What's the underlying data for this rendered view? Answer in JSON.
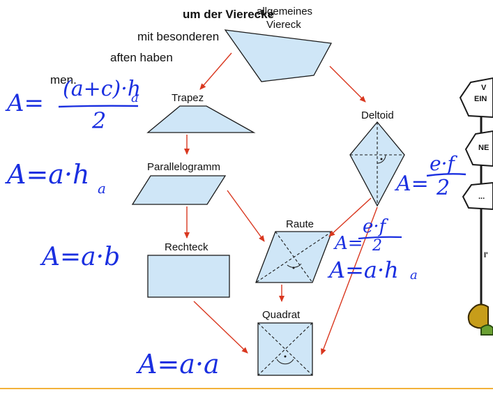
{
  "intro": {
    "line1": "um der Vierecke",
    "line2": "mit besonderen",
    "line3": "aften haben",
    "line4": "men."
  },
  "shapes": {
    "allgemein_line1": "allgemeines",
    "allgemein_line2": "Viereck",
    "trapez": "Trapez",
    "deltoid": "Deltoid",
    "parallelogramm": "Parallelogramm",
    "raute": "Raute",
    "rechteck": "Rechteck",
    "quadrat": "Quadrat"
  },
  "formulas": {
    "trapez_lhs": "A=",
    "trapez_num": "(a+c)·h",
    "trapez_sub": "a",
    "trapez_den": "2",
    "parallelogramm": "A=a·h",
    "parallelogramm_sub": "a",
    "rechteck": "A=a·b",
    "quadrat": "A=a·a",
    "deltoid_lhs": "A=",
    "deltoid_num": "e·f",
    "deltoid_den": "2",
    "raute_lhs": "A=",
    "raute_num": "e·f",
    "raute_den": "2",
    "raute2": "A=a·h",
    "raute2_sub": "a"
  },
  "sign": {
    "line1": "V",
    "line2": "EIN",
    "line3": "NE",
    "line4": "...",
    "line5": "I'"
  },
  "colors": {
    "shape_fill": "#cfe6f7",
    "arrow": "#d9371f",
    "ink": "#1a2fe0",
    "rule": "#f2b13a"
  }
}
